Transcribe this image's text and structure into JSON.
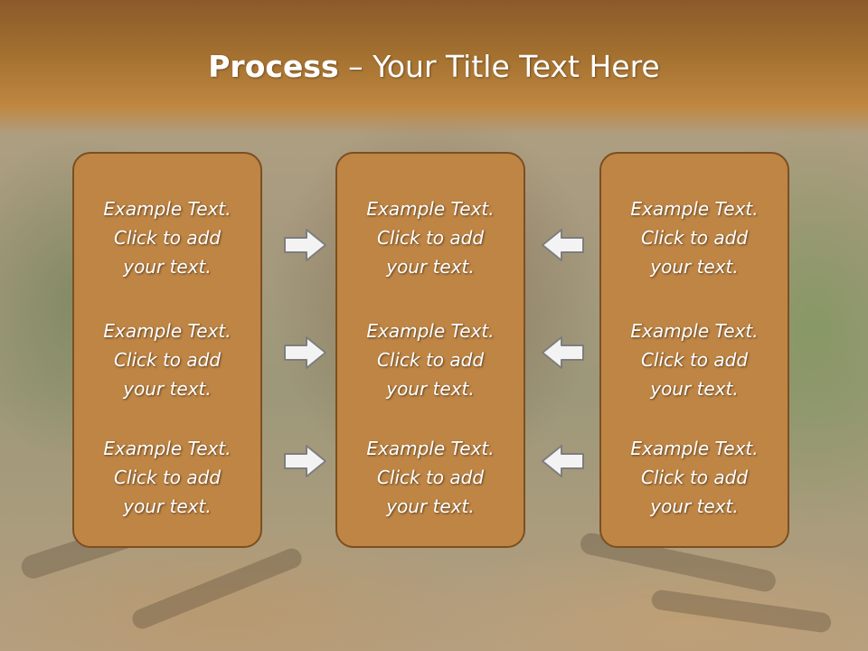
{
  "title": {
    "bold": "Process",
    "rest": " – Your Title Text Here"
  },
  "columns": [
    {
      "items": [
        {
          "line1": "Example Text.",
          "line2": "Click  to add",
          "line3": "your text."
        },
        {
          "line1": "Example Text.",
          "line2": "Click  to add",
          "line3": "your text."
        },
        {
          "line1": "Example Text.",
          "line2": "Click  to add",
          "line3": "your text."
        }
      ]
    },
    {
      "items": [
        {
          "line1": "Example Text.",
          "line2": "Click  to add",
          "line3": "your text."
        },
        {
          "line1": "Example Text.",
          "line2": "Click  to add",
          "line3": "your text."
        },
        {
          "line1": "Example Text.",
          "line2": "Click  to add",
          "line3": "your text."
        }
      ]
    },
    {
      "items": [
        {
          "line1": "Example Text.",
          "line2": "Click  to add",
          "line3": "your text."
        },
        {
          "line1": "Example Text.",
          "line2": "Click  to add",
          "line3": "your text."
        },
        {
          "line1": "Example Text.",
          "line2": "Click  to add",
          "line3": "your text."
        }
      ]
    }
  ],
  "icons": {
    "arrow_right": "arrow-right-icon",
    "arrow_left": "arrow-left-icon"
  },
  "colors": {
    "header": "#a3702f",
    "box_fill": "#bf8544",
    "box_border": "#7b4f22",
    "text": "#ffffff"
  }
}
